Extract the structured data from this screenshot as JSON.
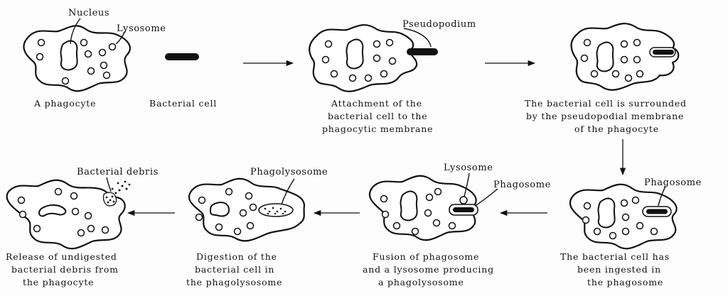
{
  "colors": {
    "ink": "#111111",
    "background": "#fdfdfd"
  },
  "labels": {
    "nucleus": "Nucleus",
    "lysosome": "Lysosome",
    "pseudopodium": "Pseudopodium",
    "lysosome_fusion": "Lysosome",
    "phagosome_fusion": "Phagosome",
    "phagosome_ingested": "Phagosome",
    "phagolysosome": "Phagolysosome",
    "bacterial_debris": "Bacterial debris"
  },
  "stages": [
    {
      "id": "phagocyte",
      "caption": [
        "A phagocyte"
      ]
    },
    {
      "id": "bacterial-cell",
      "caption": [
        "Bacterial cell"
      ]
    },
    {
      "id": "attachment",
      "caption": [
        "Attachment of the",
        "bacterial cell to the",
        "phagocytic membrane"
      ]
    },
    {
      "id": "surrounded",
      "caption": [
        "The bacterial cell is surrounded",
        "by the pseudopodial membrane",
        "of the phagocyte"
      ]
    },
    {
      "id": "ingested",
      "caption": [
        "The bacterial cell has",
        "been ingested in",
        "the phagosome"
      ]
    },
    {
      "id": "fusion",
      "caption": [
        "Fusion of phagosome",
        "and a lysosome producing",
        "a phagolysosome"
      ]
    },
    {
      "id": "digestion",
      "caption": [
        "Digestion of the",
        "bacterial cell in",
        "the phagolysosome"
      ]
    },
    {
      "id": "release",
      "caption": [
        "Release of undigested",
        "bacterial debris from",
        "the phagocyte"
      ]
    }
  ]
}
